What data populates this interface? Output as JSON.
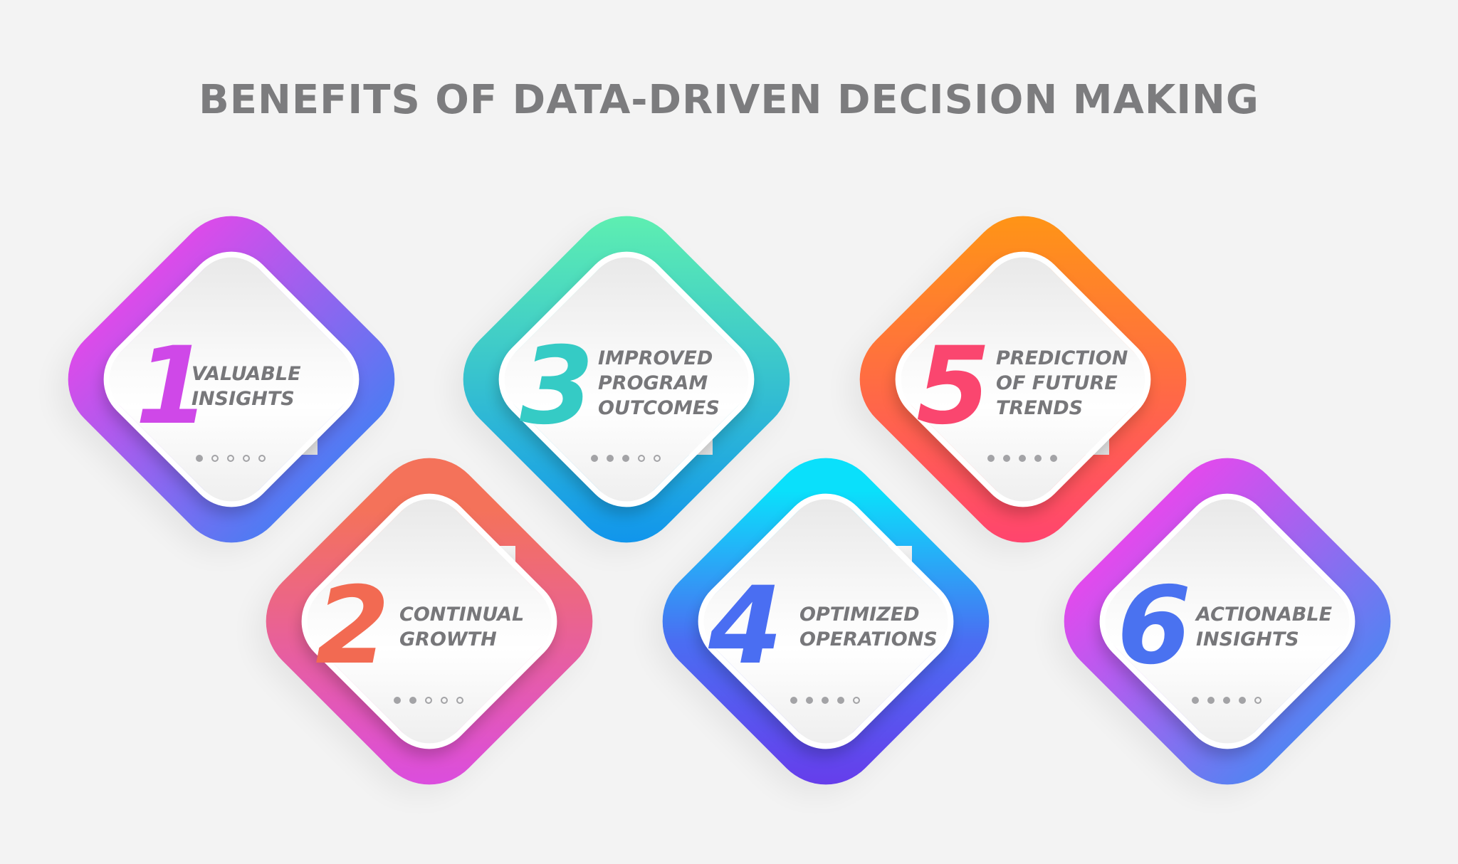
{
  "title": "BENEFITS OF DATA-DRIVEN DECISION MAKING",
  "background_color": "#f3f3f3",
  "text_color": "#77777a",
  "cards": [
    {
      "number": "1",
      "lines": [
        "VALUABLE",
        "INSIGHTS"
      ],
      "number_color": "#cf48e8",
      "gradient": [
        "#dc4bea",
        "#4f7bf3"
      ],
      "dots_filled": 1,
      "dots_total": 5
    },
    {
      "number": "2",
      "lines": [
        "CONTINUAL",
        "GROWTH"
      ],
      "number_color": "#f26a52",
      "gradient": [
        "#f4725a",
        "#d94ae9"
      ],
      "dots_filled": 2,
      "dots_total": 5
    },
    {
      "number": "3",
      "lines": [
        "IMPROVED",
        "PROGRAM",
        "OUTCOMES"
      ],
      "number_color": "#35cbc5",
      "gradient": [
        "#63f5ad",
        "#0b8ff0"
      ],
      "dots_filled": 3,
      "dots_total": 5
    },
    {
      "number": "4",
      "lines": [
        "OPTIMIZED",
        "OPERATIONS"
      ],
      "number_color": "#4a6ef2",
      "gradient": [
        "#0ae0fb",
        "#6a36ea"
      ],
      "dots_filled": 4,
      "dots_total": 5
    },
    {
      "number": "5",
      "lines": [
        "PREDICTION",
        "OF FUTURE",
        "TRENDS"
      ],
      "number_color": "#fa466f",
      "gradient": [
        "#ff9a10",
        "#ff3f74"
      ],
      "dots_filled": 5,
      "dots_total": 5
    },
    {
      "number": "6",
      "lines": [
        "ACTIONABLE",
        "INSIGHTS"
      ],
      "number_color": "#4a72f0",
      "gradient": [
        "#e24aed",
        "#5483f2"
      ],
      "dots_filled": 4,
      "dots_total": 5
    }
  ]
}
